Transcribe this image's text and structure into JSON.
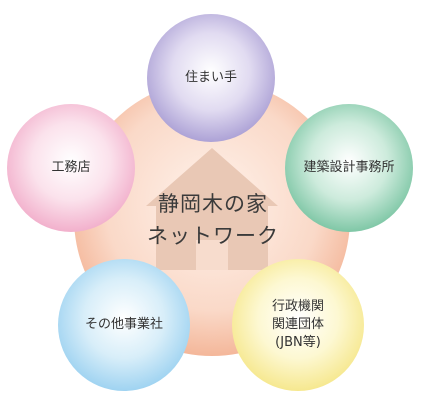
{
  "center": {
    "line1": "静岡木の家",
    "line2": "ネットワーク"
  },
  "nodes": {
    "top": "住まい手",
    "right": "建築設計事務所",
    "left": "工務店",
    "bottom_left": "その他事業社",
    "bottom_right": "行政機関\n関連団体\n(JBN等)"
  },
  "colors": {
    "center_fill": "#f9d6c4",
    "center_ring": "#f4b79a",
    "house": "#e8c6b2",
    "top": "#b9b0dc",
    "right": "#8fd0b3",
    "left": "#f5bfd6",
    "bottom_left": "#a9d9f3",
    "bottom_right": "#fbf0a8"
  }
}
